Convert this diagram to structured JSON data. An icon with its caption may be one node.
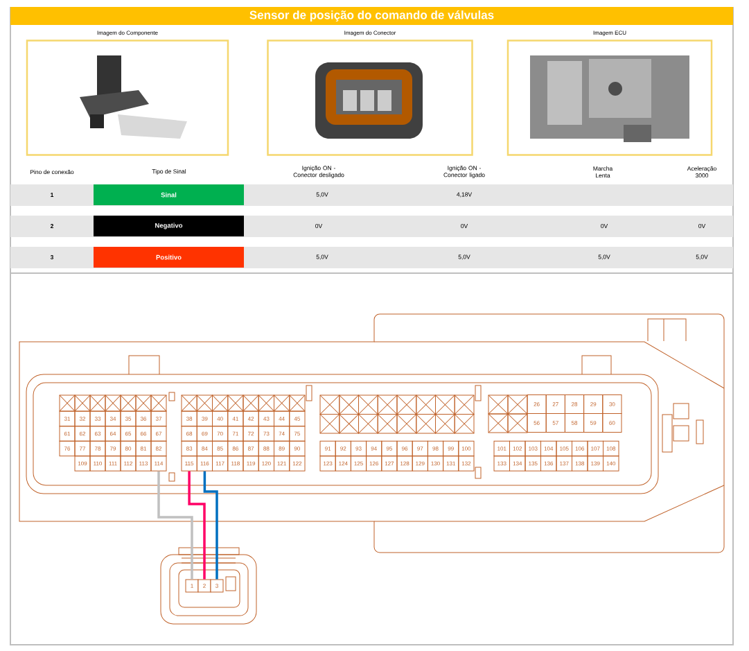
{
  "diagram": {
    "title": "Sensor de posição do comando de válvulas",
    "nodes": [
      {
        "text": [
          "Imagem do Componente"
        ]
      },
      {
        "text": [
          "Imagem do Conector"
        ]
      },
      {
        "text": [
          "Imagem ECU"
        ]
      },
      {
        "text": [
          "Sinal"
        ]
      },
      {
        "text": [
          "Negativo"
        ]
      },
      {
        "text": [
          "Positivo"
        ]
      },
      {
        "text": [
          "31"
        ]
      },
      {
        "text": [
          "32"
        ]
      },
      {
        "text": [
          "33"
        ]
      },
      {
        "text": [
          "34"
        ]
      },
      {
        "text": [
          "35"
        ]
      },
      {
        "text": [
          "36"
        ]
      },
      {
        "text": [
          "37"
        ]
      },
      {
        "text": [
          "38"
        ]
      },
      {
        "text": [
          "39"
        ]
      },
      {
        "text": [
          "40"
        ]
      },
      {
        "text": [
          "41"
        ]
      },
      {
        "text": [
          "42"
        ]
      },
      {
        "text": [
          "43"
        ]
      },
      {
        "text": [
          "44"
        ]
      },
      {
        "text": [
          "45"
        ]
      },
      {
        "text": [
          "26"
        ]
      },
      {
        "text": [
          "27"
        ]
      },
      {
        "text": [
          "28"
        ]
      },
      {
        "text": [
          "29"
        ]
      },
      {
        "text": [
          "30"
        ]
      },
      {
        "text": [
          "61"
        ]
      },
      {
        "text": [
          "62"
        ]
      },
      {
        "text": [
          "63"
        ]
      },
      {
        "text": [
          "64"
        ]
      },
      {
        "text": [
          "65"
        ]
      },
      {
        "text": [
          "66"
        ]
      },
      {
        "text": [
          "67"
        ]
      },
      {
        "text": [
          "68"
        ]
      },
      {
        "text": [
          "69"
        ]
      },
      {
        "text": [
          "70"
        ]
      },
      {
        "text": [
          "71"
        ]
      },
      {
        "text": [
          "72"
        ]
      },
      {
        "text": [
          "73"
        ]
      },
      {
        "text": [
          "74"
        ]
      },
      {
        "text": [
          "75"
        ]
      },
      {
        "text": [
          "56"
        ]
      },
      {
        "text": [
          "57"
        ]
      },
      {
        "text": [
          "58"
        ]
      },
      {
        "text": [
          "59"
        ]
      },
      {
        "text": [
          "60"
        ]
      },
      {
        "text": [
          "76"
        ]
      },
      {
        "text": [
          "77"
        ]
      },
      {
        "text": [
          "78"
        ]
      },
      {
        "text": [
          "79"
        ]
      },
      {
        "text": [
          "80"
        ]
      },
      {
        "text": [
          "81"
        ]
      },
      {
        "text": [
          "82"
        ]
      },
      {
        "text": [
          "83"
        ]
      },
      {
        "text": [
          "84"
        ]
      },
      {
        "text": [
          "85"
        ]
      },
      {
        "text": [
          "86"
        ]
      },
      {
        "text": [
          "87"
        ]
      },
      {
        "text": [
          "88"
        ]
      },
      {
        "text": [
          "89"
        ]
      },
      {
        "text": [
          "90"
        ]
      },
      {
        "text": [
          "91"
        ]
      },
      {
        "text": [
          "92"
        ]
      },
      {
        "text": [
          "93"
        ]
      },
      {
        "text": [
          "94"
        ]
      },
      {
        "text": [
          "95"
        ]
      },
      {
        "text": [
          "96"
        ]
      },
      {
        "text": [
          "97"
        ]
      },
      {
        "text": [
          "98"
        ]
      },
      {
        "text": [
          "99"
        ]
      },
      {
        "text": [
          "100"
        ]
      },
      {
        "text": [
          "101"
        ]
      },
      {
        "text": [
          "102"
        ]
      },
      {
        "text": [
          "103"
        ]
      },
      {
        "text": [
          "104"
        ]
      },
      {
        "text": [
          "105"
        ]
      },
      {
        "text": [
          "106"
        ]
      },
      {
        "text": [
          "107"
        ]
      },
      {
        "text": [
          "108"
        ]
      },
      {
        "text": [
          "109"
        ]
      },
      {
        "text": [
          "110"
        ]
      },
      {
        "text": [
          "111"
        ]
      },
      {
        "text": [
          "112"
        ]
      },
      {
        "text": [
          "113"
        ]
      },
      {
        "text": [
          "114"
        ]
      },
      {
        "text": [
          "115"
        ]
      },
      {
        "text": [
          "116"
        ]
      },
      {
        "text": [
          "117"
        ]
      },
      {
        "text": [
          "118"
        ]
      },
      {
        "text": [
          "119"
        ]
      },
      {
        "text": [
          "120"
        ]
      },
      {
        "text": [
          "121"
        ]
      },
      {
        "text": [
          "122"
        ]
      },
      {
        "text": [
          "123"
        ]
      },
      {
        "text": [
          "124"
        ]
      },
      {
        "text": [
          "125"
        ]
      },
      {
        "text": [
          "126"
        ]
      },
      {
        "text": [
          "127"
        ]
      },
      {
        "text": [
          "128"
        ]
      },
      {
        "text": [
          "129"
        ]
      },
      {
        "text": [
          "130"
        ]
      },
      {
        "text": [
          "131"
        ]
      },
      {
        "text": [
          "132"
        ]
      },
      {
        "text": [
          "133"
        ]
      },
      {
        "text": [
          "134"
        ]
      },
      {
        "text": [
          "135"
        ]
      },
      {
        "text": [
          "136"
        ]
      },
      {
        "text": [
          "137"
        ]
      },
      {
        "text": [
          "138"
        ]
      },
      {
        "text": [
          "139"
        ]
      },
      {
        "text": [
          "140"
        ]
      },
      {
        "text": [
          "1"
        ]
      },
      {
        "text": [
          "2"
        ]
      },
      {
        "text": [
          "3"
        ]
      }
    ],
    "edges": [
      {
        "from": 84,
        "to": 111,
        "arrow": "none",
        "color": "#c0c0c0"
      },
      {
        "from": 85,
        "to": 112,
        "arrow": "none",
        "color": "#ff0066"
      },
      {
        "from": 86,
        "to": 113,
        "arrow": "none",
        "color": "#0070c0"
      }
    ],
    "labels": [
      "Pino de conexão",
      "Tipo de Sinal",
      "Ignição ON - Conector desligado",
      "Ignição ON - Conector ligado",
      "Marcha Lenta",
      "Aceleração 3000",
      "1",
      "5,0V",
      "4,18V",
      "2",
      "0V",
      "0V",
      "0V",
      "0V",
      "3",
      "5,0V",
      "5,0V",
      "5,0V",
      "5,0V"
    ]
  }
}
